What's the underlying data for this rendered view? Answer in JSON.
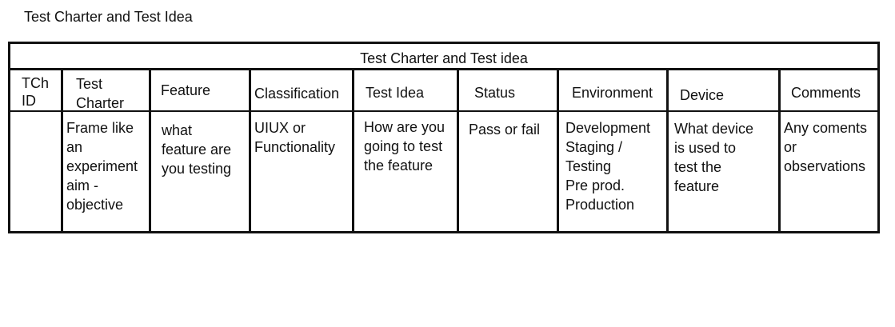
{
  "document": {
    "title": "Test Charter and Test Idea"
  },
  "table": {
    "banner": "Test Charter and Test idea",
    "headers": [
      "TCh\nID",
      "Test\nCharter",
      "Feature",
      "Classification",
      "Test Idea",
      "Status",
      "Environment",
      "Device",
      "Comments"
    ],
    "row": [
      "",
      "Frame like\nan\nexperiment\naim -\nobjective",
      "what\nfeature are\nyou testing",
      "UIUX or\nFunctionality",
      "How are you\ngoing to test\nthe feature",
      "Pass or fail",
      "Development\nStaging /\nTesting\nPre prod.\nProduction",
      "What device\nis used to\ntest the\nfeature",
      "Any coments\nor\nobservations"
    ]
  }
}
